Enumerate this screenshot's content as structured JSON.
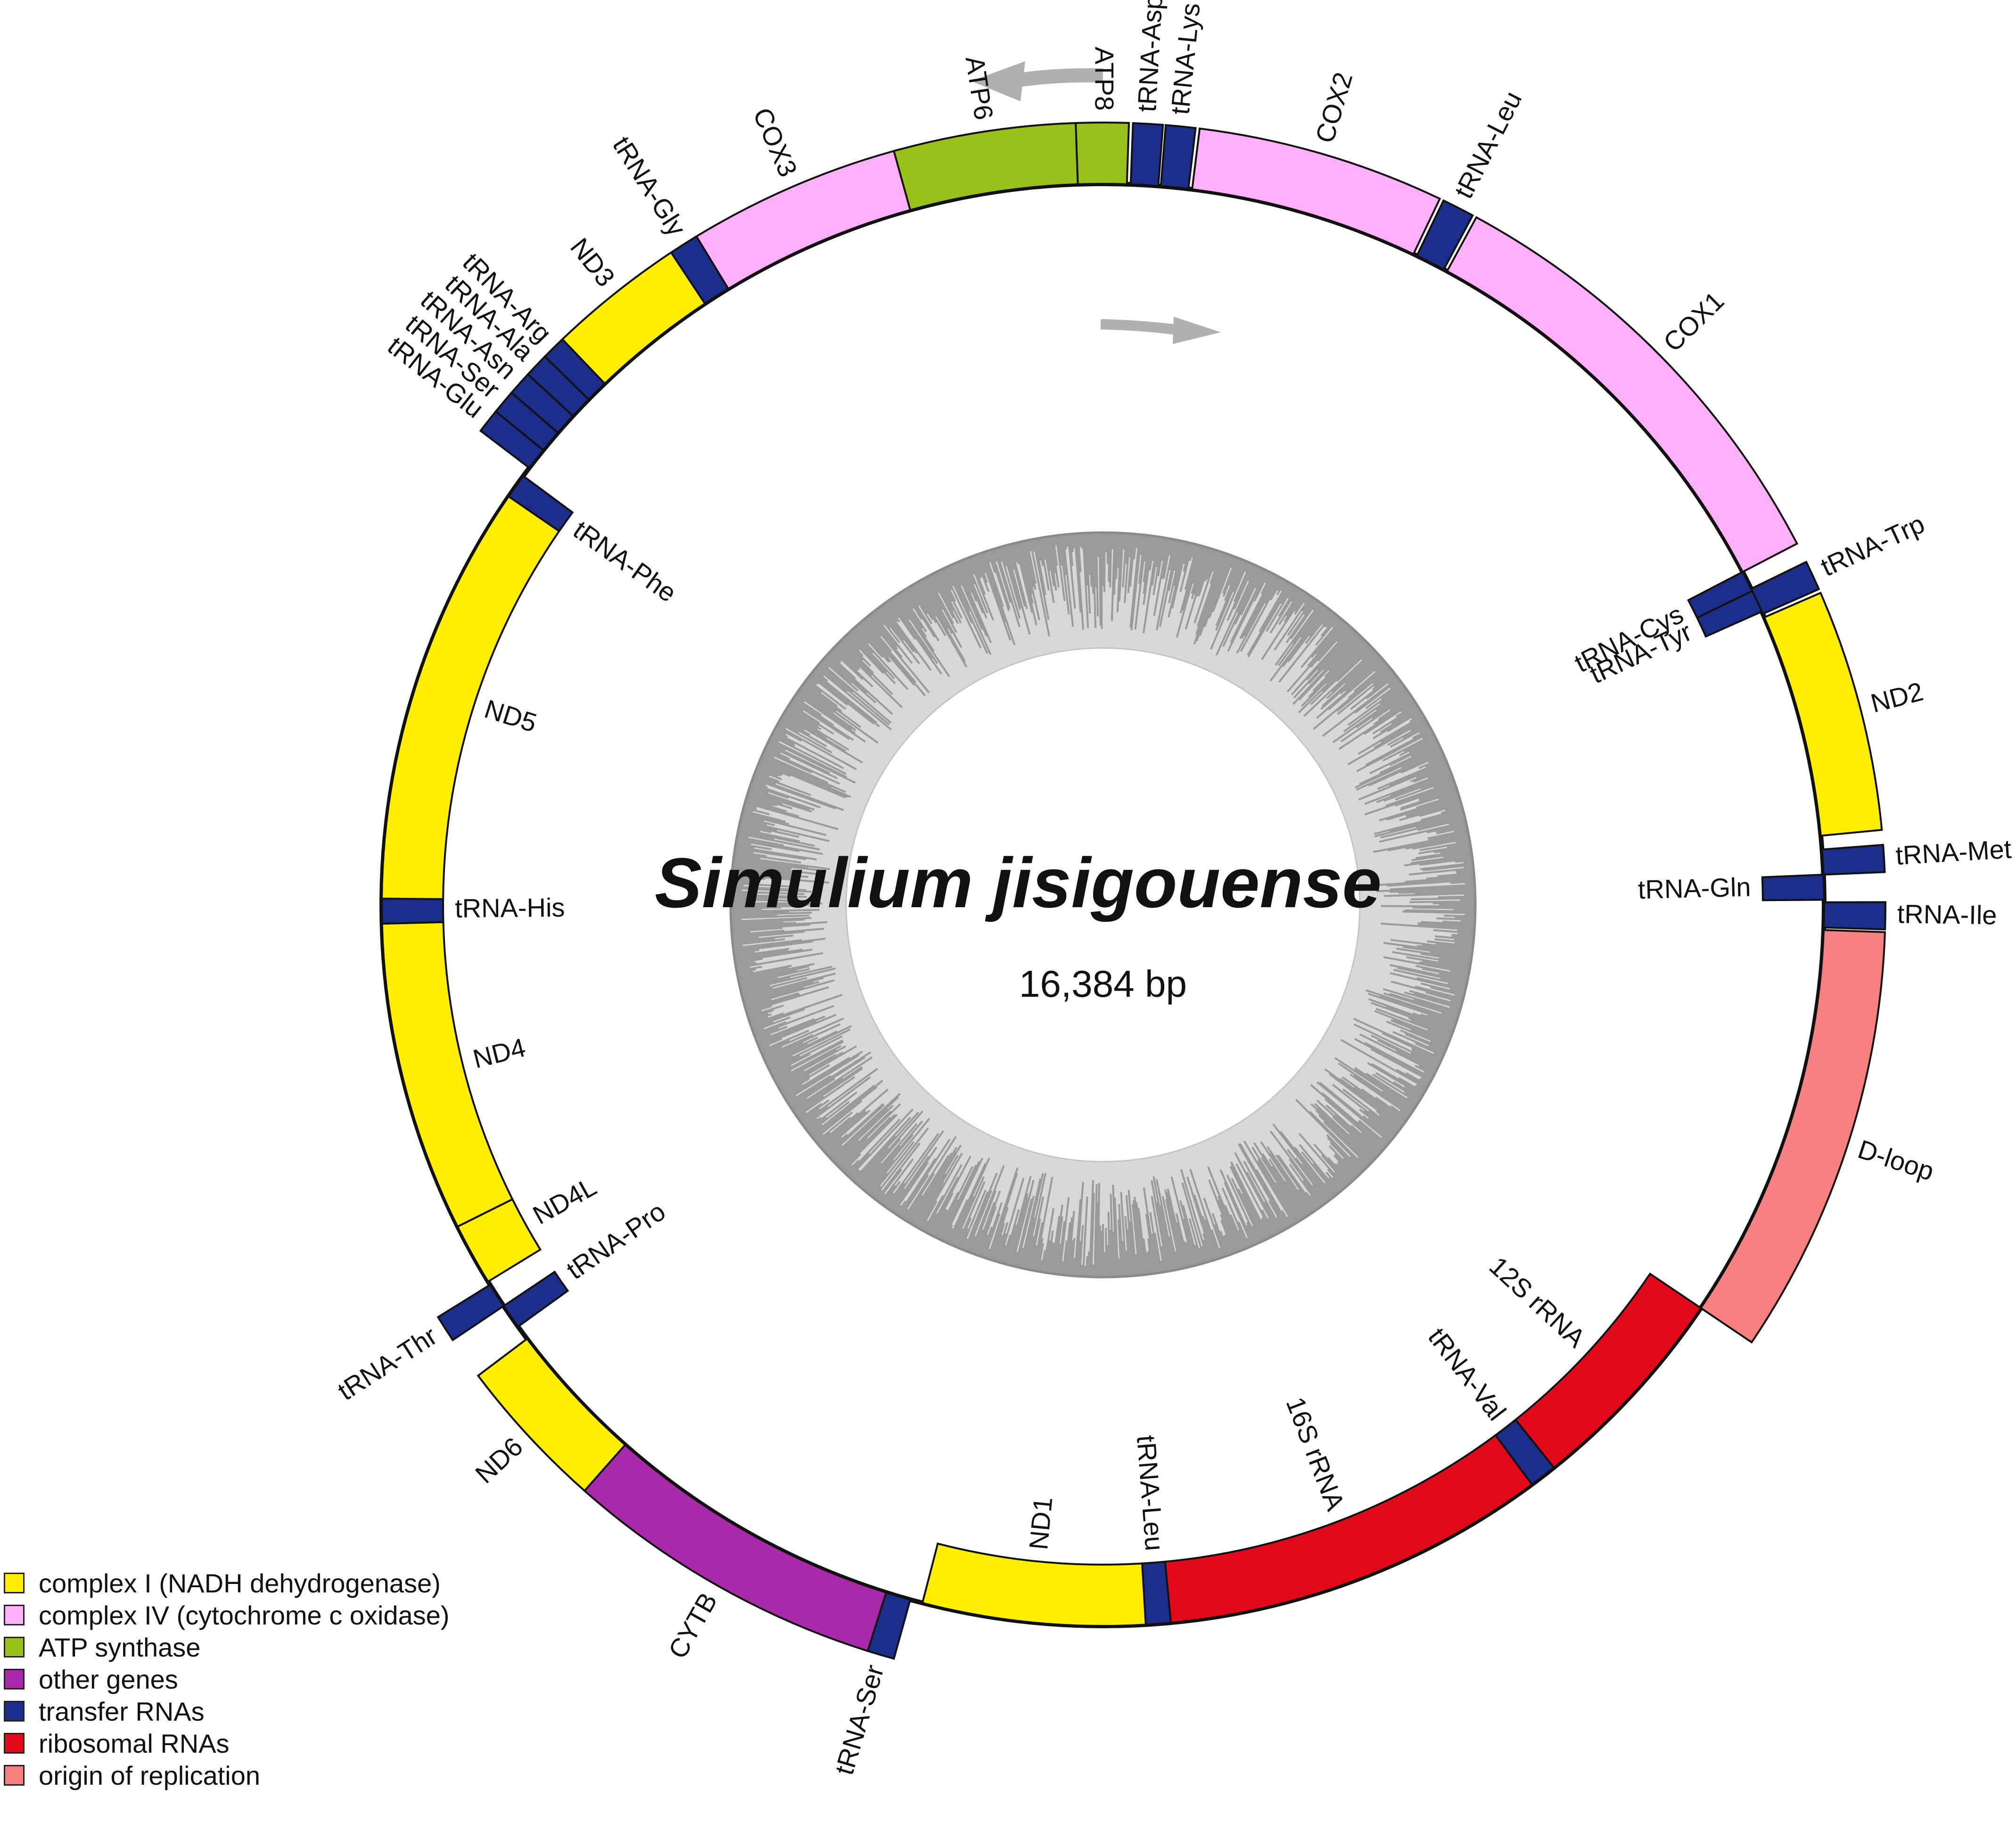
{
  "title": "Simulium jisigouense",
  "length_label": "16,384 bp",
  "colors": {
    "complex_I": "#ffee00",
    "complex_IV": "#ffb0f8",
    "atp": "#9ac01a",
    "other": "#a82aa8",
    "trna": "#1c2e8a",
    "rrna": "#e20a1a",
    "origin": "#f78080",
    "outline": "#111111",
    "arrow": "#b0b0b0",
    "inner_dark": "#9a9a9a",
    "inner_light": "#d8d8d8"
  },
  "legend": [
    {
      "key": "complex_I",
      "label": "complex I (NADH dehydrogenase)"
    },
    {
      "key": "complex_IV",
      "label": "complex IV (cytochrome c oxidase)"
    },
    {
      "key": "atp",
      "label": "ATP synthase"
    },
    {
      "key": "other",
      "label": "other genes"
    },
    {
      "key": "trna",
      "label": "transfer RNAs"
    },
    {
      "key": "rrna",
      "label": "ribosomal RNAs"
    },
    {
      "key": "origin",
      "label": "origin of replication"
    }
  ],
  "features": [
    {
      "name": "ATP8",
      "cat": "atp",
      "strand": "outer",
      "start": 358.0,
      "end": 1.9
    },
    {
      "name": "tRNA-Asp",
      "cat": "trna",
      "strand": "outer",
      "start": 2.2,
      "end": 4.4
    },
    {
      "name": "tRNA-Lys",
      "cat": "trna",
      "strand": "outer",
      "start": 4.6,
      "end": 6.8
    },
    {
      "name": "COX2",
      "cat": "complex_IV",
      "strand": "outer",
      "start": 7.1,
      "end": 25.5
    },
    {
      "name": "tRNA-Leu",
      "cat": "trna",
      "strand": "outer",
      "start": 25.8,
      "end": 28.2
    },
    {
      "name": "COX1",
      "cat": "complex_IV",
      "strand": "outer",
      "start": 28.5,
      "end": 62.5
    },
    {
      "name": "tRNA-Trp",
      "cat": "trna",
      "strand": "outer",
      "start": 64.0,
      "end": 66.2
    },
    {
      "name": "tRNA-Cys",
      "cat": "trna",
      "strand": "inner",
      "start": 62.5,
      "end": 64.2
    },
    {
      "name": "tRNA-Tyr",
      "cat": "trna",
      "strand": "inner",
      "start": 64.2,
      "end": 66.0
    },
    {
      "name": "ND2",
      "cat": "complex_I",
      "strand": "outer",
      "start": 66.5,
      "end": 84.5
    },
    {
      "name": "tRNA-Met",
      "cat": "trna",
      "strand": "outer",
      "start": 85.6,
      "end": 87.6
    },
    {
      "name": "tRNA-Gln",
      "cat": "trna",
      "strand": "inner",
      "start": 87.6,
      "end": 89.6
    },
    {
      "name": "tRNA-Ile",
      "cat": "trna",
      "strand": "outer",
      "start": 89.8,
      "end": 91.8
    },
    {
      "name": "D-loop",
      "cat": "origin",
      "strand": "outer",
      "start": 92.0,
      "end": 124.0
    },
    {
      "name": "12S rRNA",
      "cat": "rrna",
      "strand": "inner",
      "start": 124.0,
      "end": 141.3
    },
    {
      "name": "tRNA-Val",
      "cat": "trna",
      "strand": "inner",
      "start": 141.3,
      "end": 143.5
    },
    {
      "name": "16S rRNA",
      "cat": "rrna",
      "strand": "inner",
      "start": 143.5,
      "end": 174.6
    },
    {
      "name": "tRNA-Leu",
      "cat": "trna",
      "strand": "inner",
      "start": 174.6,
      "end": 176.6
    },
    {
      "name": "ND1",
      "cat": "complex_I",
      "strand": "inner",
      "start": 176.6,
      "end": 194.5
    },
    {
      "name": "tRNA-Ser",
      "cat": "trna",
      "strand": "outer",
      "start": 195.5,
      "end": 197.5
    },
    {
      "name": "CYTB",
      "cat": "other",
      "strand": "outer",
      "start": 197.5,
      "end": 221.5
    },
    {
      "name": "ND6",
      "cat": "complex_I",
      "strand": "outer",
      "start": 221.5,
      "end": 233.0
    },
    {
      "name": "tRNA-Pro",
      "cat": "trna",
      "strand": "inner",
      "start": 234.2,
      "end": 236.2
    },
    {
      "name": "tRNA-Thr",
      "cat": "trna",
      "strand": "outer",
      "start": 236.2,
      "end": 238.2
    },
    {
      "name": "ND4L",
      "cat": "complex_I",
      "strand": "inner",
      "start": 238.5,
      "end": 243.5
    },
    {
      "name": "ND4",
      "cat": "complex_I",
      "strand": "inner",
      "start": 243.5,
      "end": 268.5
    },
    {
      "name": "tRNA-His",
      "cat": "trna",
      "strand": "inner",
      "start": 268.5,
      "end": 270.5
    },
    {
      "name": "ND5",
      "cat": "complex_I",
      "strand": "inner",
      "start": 270.5,
      "end": 304.5
    },
    {
      "name": "tRNA-Phe",
      "cat": "trna",
      "strand": "inner",
      "start": 304.5,
      "end": 306.5
    },
    {
      "name": "tRNA-Glu",
      "cat": "trna",
      "strand": "outer",
      "start": 307.3,
      "end": 309.1
    },
    {
      "name": "tRNA-Ser",
      "cat": "trna",
      "strand": "outer",
      "start": 309.1,
      "end": 310.9
    },
    {
      "name": "tRNA-Asn",
      "cat": "trna",
      "strand": "outer",
      "start": 310.9,
      "end": 312.7
    },
    {
      "name": "tRNA-Ala",
      "cat": "trna",
      "strand": "outer",
      "start": 312.7,
      "end": 314.5
    },
    {
      "name": "tRNA-Arg",
      "cat": "trna",
      "strand": "outer",
      "start": 314.5,
      "end": 316.3
    },
    {
      "name": "ND3",
      "cat": "complex_I",
      "strand": "outer",
      "start": 316.3,
      "end": 326.5
    },
    {
      "name": "tRNA-Gly",
      "cat": "trna",
      "strand": "outer",
      "start": 326.5,
      "end": 328.7
    },
    {
      "name": "COX3",
      "cat": "complex_IV",
      "strand": "outer",
      "start": 328.7,
      "end": 344.5
    },
    {
      "name": "ATP6",
      "cat": "atp",
      "strand": "outer",
      "start": 344.5,
      "end": 358.0
    }
  ]
}
